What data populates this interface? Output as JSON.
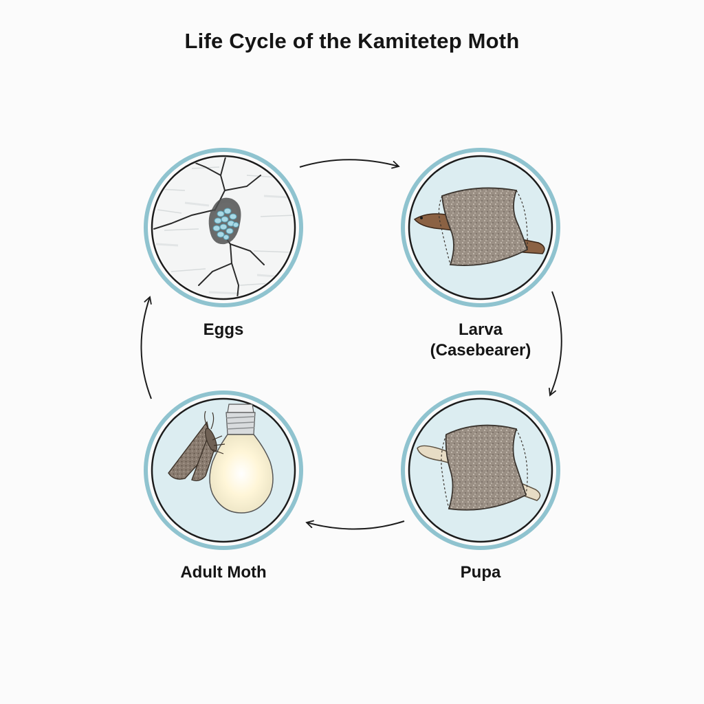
{
  "title": "Life Cycle of the Kamitetep Moth",
  "stages": [
    {
      "label": "Eggs",
      "illustration": "eggs-in-wall-crack"
    },
    {
      "label_line1": "Larva",
      "label_line2": "(Casebearer)",
      "illustration": "larva-in-case"
    },
    {
      "label": "Pupa",
      "illustration": "pupa-in-case"
    },
    {
      "label": "Adult Moth",
      "illustration": "moth-on-light-bulb"
    }
  ],
  "cycle_direction": "clockwise",
  "colors": {
    "ring_outer": "#8fc3cf",
    "circle_fill": "#dcedf1",
    "egg": "#a9d9e6",
    "case": "#9a8f84",
    "larva": "#8b6244",
    "pupa": "#e7dcc5",
    "bulb_glow": "#fff6d8"
  }
}
